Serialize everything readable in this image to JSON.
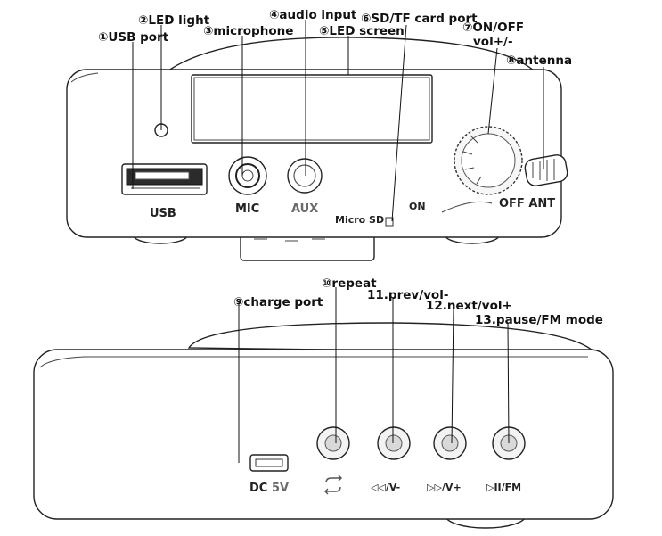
{
  "callouts": {
    "c1": "①USB port",
    "c2": "②LED light",
    "c3": "③microphone",
    "c4": "④audio input",
    "c5": "⑤LED screen",
    "c6": "⑥SD/TF card port",
    "c7a": "⑦ON/OFF",
    "c7b": "vol+/-",
    "c8": "⑧antenna",
    "c9": "⑨charge port",
    "c10": "⑩repeat",
    "c11": "11.prev/vol-",
    "c12": "12.next/vol+",
    "c13": "13.pause/FM mode"
  },
  "top_panel": {
    "usb": "USB",
    "mic": "MIC",
    "aux": "AUX",
    "microsd": "Micro SD",
    "on": "ON",
    "off_ant": "OFF ANT"
  },
  "bottom_panel": {
    "dc": "DC",
    "dc_volt": "5V",
    "prev": "◁◁/V-",
    "next": "▷▷/V+",
    "pause": "▷II/FM"
  }
}
